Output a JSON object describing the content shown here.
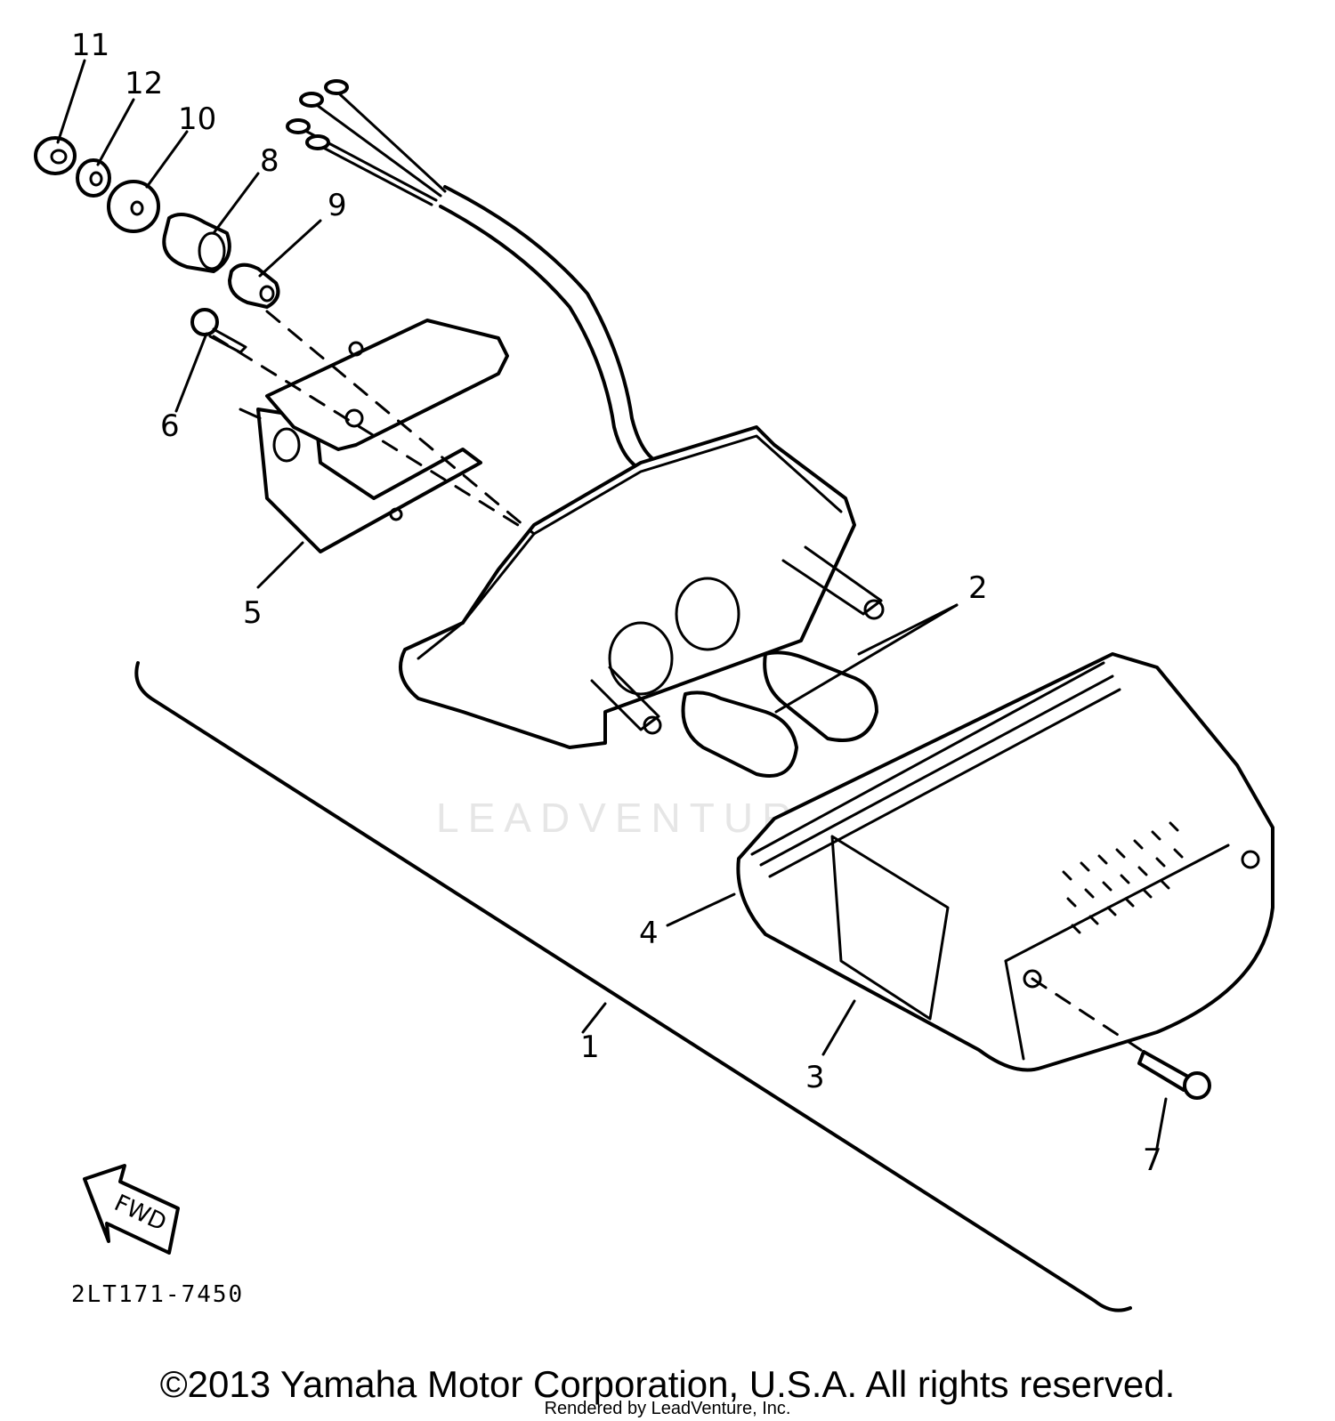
{
  "diagram": {
    "part_code": "2LT171-7450",
    "watermark": "LEADVENTURE",
    "fwd_label": "FWD",
    "callouts": [
      "1",
      "2",
      "3",
      "4",
      "5",
      "6",
      "7",
      "8",
      "9",
      "10",
      "11",
      "12"
    ]
  },
  "footer": {
    "copyright": "©2013 Yamaha Motor Corporation, U.S.A. All rights reserved.",
    "rendered_by": "Rendered by LeadVenture, Inc."
  }
}
